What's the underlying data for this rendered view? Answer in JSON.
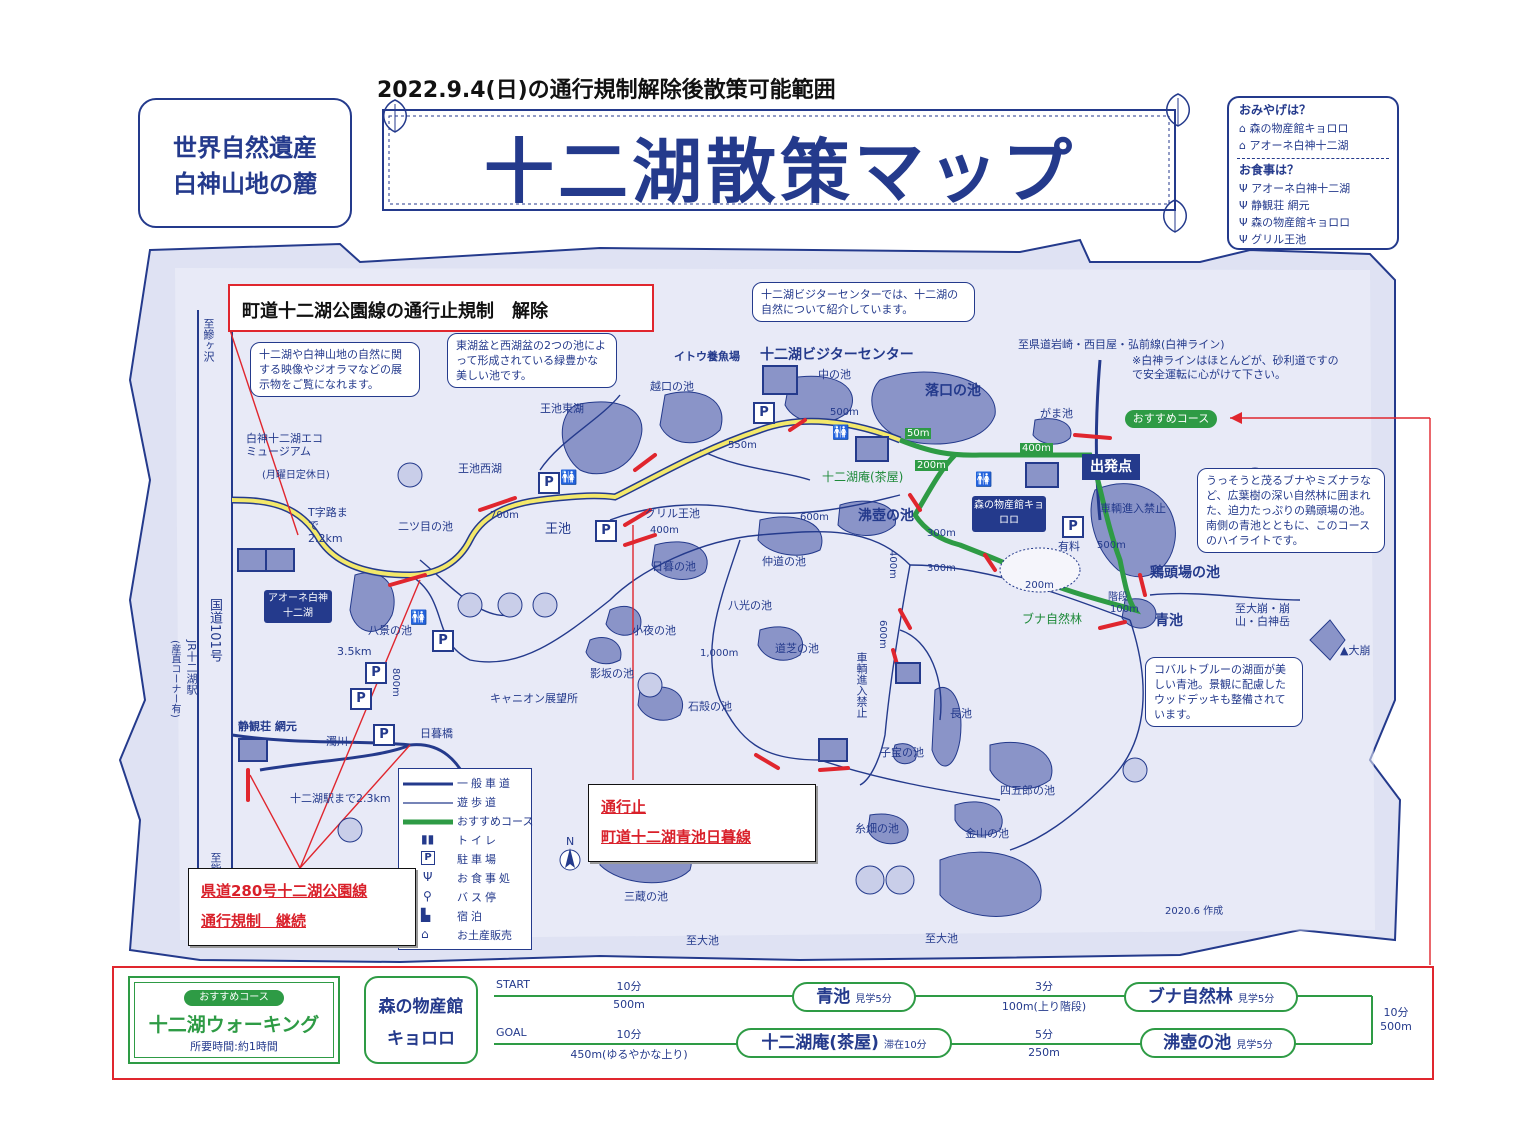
{
  "headline": "2022.9.4(日)の通行規制解除後散策可能範囲",
  "heritage": {
    "line1": "世界自然遺産",
    "line2": "白神山地の麓"
  },
  "main_title": "十二湖散策マップ",
  "info_box": {
    "souvenir_heading": "おみやげは？",
    "souvenirs": [
      "森の物産館キョロロ",
      "アオーネ白神十二湖"
    ],
    "meals_heading": "お食事は？",
    "meals": [
      "アオーネ白神十二湖",
      "静観荘 網元",
      "森の物産館キョロロ",
      "グリル王池"
    ]
  },
  "notices": {
    "lifted": "町道十二湖公園線の通行止規制　解除",
    "closed_line1": "通行止",
    "closed_line2": "町道十二湖青池日暮線",
    "continued_line1": "県道280号十二湖公園線",
    "continued_line2": "通行規制　継続"
  },
  "callouts": {
    "visitor": "十二湖ビジターセンターでは、十二湖の自然について紹介しています。",
    "museum": "十二湖や白神山地の自然に関する映像やジオラマなどの展示物をご覧になれます。",
    "ooike": "東湖盆と西湖盆の2つの池によって形成されている緑豊かな美しい池です。",
    "beech": "うっそうと茂るブナやミズナラなど、広葉樹の深い自然林に囲まれた、迫力たっぷりの鶏頭場の池。南側の青池とともに、このコースのハイライトです。",
    "aoike": "コバルトブルーの湖面が美しい青池。景観に配慮したウッドデッキも整備されています。",
    "route_note": "※白神ラインはほとんどが、砂利道ですので安全運転に心がけて下さい。"
  },
  "places": {
    "ajigasawa": "至鰺ヶ沢",
    "museum": "白神十二湖エコミュージアム",
    "museum_note": "(月曜日定休日)",
    "t_junction": "T字路まで2.2km",
    "futatsume": "二ツ目の池",
    "ooike_east": "王池東湖",
    "ooike_west": "王池西湖",
    "ooike": "王池",
    "ito_farm": "イトウ養魚場",
    "koshiguchi": "越口の池",
    "visitor_center": "十二湖ビジターセンター",
    "naka": "中の池",
    "ochiguchi": "落口の池",
    "gama": "がま池",
    "grill": "グリル王池",
    "higure": "日暮の池",
    "nakayoshi": "仲道の池",
    "hakkou": "八光の池",
    "sayo": "小夜の池",
    "kagesaka": "影坂の池",
    "canyon": "キャニオン展望所",
    "ishigoromo": "石殻の池",
    "michishiba": "道芝の池",
    "waitsubo": "沸壺の池",
    "chaya": "十二湖庵(茶屋)",
    "mori": "森の物産館キョロロ",
    "departure": "出発点",
    "no_entry": "車輌進入禁止",
    "no_entry_v": "車輌進入禁止",
    "paid": "有料",
    "buna": "ブナ自然林",
    "keitoba": "鶏頭場の池",
    "aoike": "青池",
    "kaidan": "階段",
    "to_ozaki": "至大崩・崩山・白神岳",
    "ozaki": "▲大崩",
    "route_to": "至県道岩崎・西目屋・弘前線(白神ライン)",
    "recommended": "おすすめコース",
    "aone": "アオーネ白神十二湖",
    "hakkei": "八景の池",
    "kanbokkai": "3.5km",
    "higurebashi": "日暮橋",
    "seikanso": "静観荘 網元",
    "kagawa": "濁川",
    "juniko_station": "十二湖駅まで2.3km",
    "jr_station": "JR十二湖駅",
    "produce_corner": "(産直コーナー有)",
    "route101": "国道101号",
    "nagaike": "長池",
    "kodakara": "子宝の池",
    "shigoro": "四五郎の池",
    "itohata": "糸畑の池",
    "kinzan": "金山の池",
    "sanzo": "三蔵の池",
    "to_ooike1": "至大池",
    "to_ooike2": "至大池",
    "to_noshiro": "至能代",
    "made": "2020.6 作成",
    "north": "N"
  },
  "distances": [
    "500m",
    "50m",
    "400m",
    "200m",
    "550m",
    "700m",
    "400m",
    "600m",
    "300m",
    "300m",
    "200m",
    "500m",
    "100m",
    "400m",
    "600m",
    "1,000m",
    "800m"
  ],
  "legend": [
    {
      "label": "一般車道",
      "icon": "road-line-icon"
    },
    {
      "label": "遊歩道",
      "icon": "trail-line-icon"
    },
    {
      "label": "おすすめコース",
      "icon": "course-line-icon"
    },
    {
      "label": "トイレ",
      "icon": "toilet-icon"
    },
    {
      "label": "駐車場",
      "icon": "parking-icon"
    },
    {
      "label": "お食事処",
      "icon": "dining-icon"
    },
    {
      "label": "バス停",
      "icon": "bus-stop-icon"
    },
    {
      "label": "宿泊",
      "icon": "lodging-icon"
    },
    {
      "label": "お土産販売",
      "icon": "souvenir-icon"
    }
  ],
  "walking": {
    "badge": "おすすめコース",
    "title": "十二湖ウォーキング",
    "duration": "所要時間:約1時間",
    "start_name_1": "森の物産館",
    "start_name_2": "キョロロ",
    "start": "START",
    "goal": "GOAL",
    "top": [
      {
        "time": "10分",
        "dist": "500m"
      },
      {
        "time": "3分",
        "dist": "100m(上り階段)"
      }
    ],
    "bottom": [
      {
        "time": "10分",
        "dist": "450m(ゆるやかな上り)"
      },
      {
        "time": "5分",
        "dist": "250m"
      }
    ],
    "right": {
      "time": "10分",
      "dist": "500m"
    },
    "stops": {
      "aoike": "青池",
      "aoike_note": "見学5分",
      "buna": "ブナ自然林",
      "buna_note": "見学5分",
      "chaya": "十二湖庵(茶屋)",
      "chaya_note": "滞在10分",
      "waitsubo": "沸壺の池",
      "waitsubo_note": "見学5分"
    }
  },
  "colors": {
    "navy": "#243a8c",
    "red": "#e0262e",
    "green": "#2e9b45",
    "pond": "#8a94c8",
    "yellow": "#f3e86a"
  }
}
